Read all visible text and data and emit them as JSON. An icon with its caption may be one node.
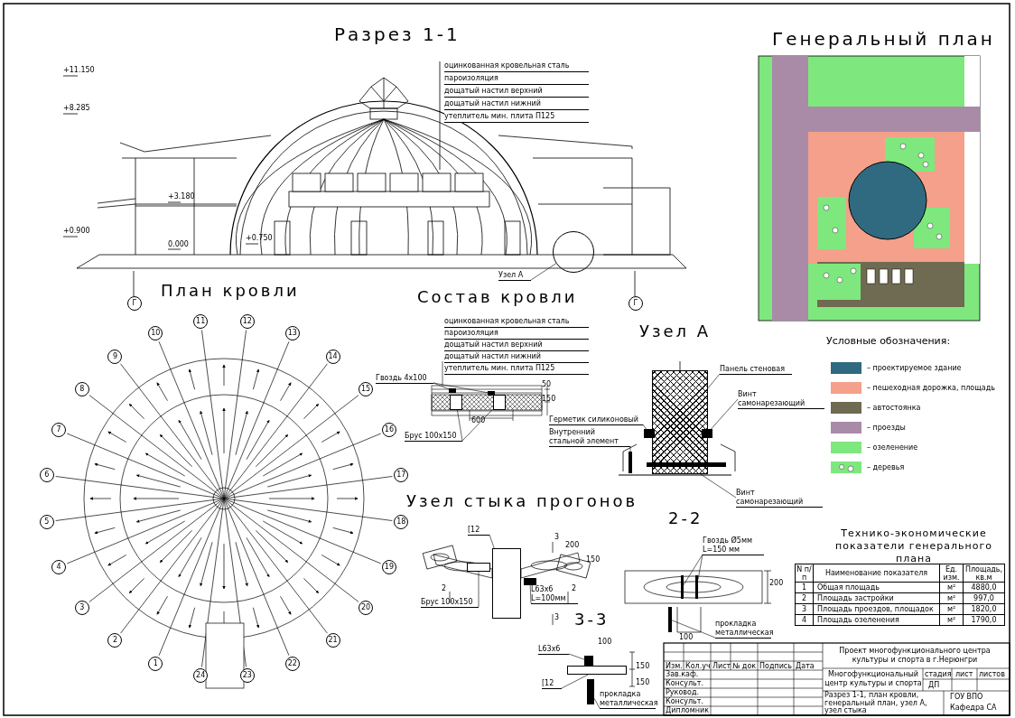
{
  "diagram": {
    "nodes": [
      {
        "text": [
          "Узел А"
        ]
      },
      {
        "text": [],
        "shape": "circle"
      },
      {
        "text": [
          "Гвоздь 4х100"
        ]
      },
      {
        "text": [],
        "shape": "bar"
      },
      {
        "text": [],
        "shape": "bar"
      },
      {
        "text": [
          "Брус 100х150"
        ]
      },
      {
        "text": [],
        "shape": "box"
      },
      {
        "text": [],
        "shape": "box"
      },
      {
        "text": [
          "Панель стеновая"
        ]
      },
      {
        "text": [],
        "shape": "box"
      },
      {
        "text": [
          "Винт самонарезающий"
        ]
      },
      {
        "text": [],
        "shape": "bar"
      },
      {
        "text": [
          "Герметик силиконовый"
        ]
      },
      {
        "text": [],
        "shape": "bar"
      },
      {
        "text": [
          "Внутренний стальной элемент"
        ]
      },
      {
        "text": [],
        "shape": "bar"
      },
      {
        "text": [
          "Винт самонарезающий"
        ]
      },
      {
        "text": [],
        "shape": "bar"
      },
      {
        "text": [
          "[12"
        ]
      },
      {
        "text": [],
        "shape": "box"
      },
      {
        "text": [
          "Брус 100х150"
        ]
      },
      {
        "text": [],
        "shape": "box"
      },
      {
        "text": [
          "L63x6",
          "L=100мм"
        ]
      },
      {
        "text": [],
        "shape": "bar"
      },
      {
        "text": [
          "Гвоздь Ø5мм",
          "L=150 мм"
        ]
      },
      {
        "text": [],
        "shape": "bar"
      },
      {
        "text": [],
        "shape": "bar"
      },
      {
        "text": [
          "прокладка металлическая"
        ]
      },
      {
        "text": [],
        "shape": "bar"
      },
      {
        "text": [
          "L63x6"
        ]
      },
      {
        "text": [],
        "shape": "bar"
      },
      {
        "text": [
          "[12"
        ]
      },
      {
        "text": [],
        "shape": "box"
      },
      {
        "text": [
          "прокладка металлическая"
        ]
      },
      {
        "text": [],
        "shape": "bar"
      }
    ],
    "edges": [
      {
        "from": 0,
        "to": 1,
        "arrow": "none"
      },
      {
        "from": 2,
        "to": 3,
        "arrow": "none"
      },
      {
        "from": 2,
        "to": 4,
        "arrow": "none"
      },
      {
        "from": 5,
        "to": 6,
        "arrow": "none"
      },
      {
        "from": 5,
        "to": 7,
        "arrow": "none"
      },
      {
        "from": 8,
        "to": 9,
        "arrow": "none"
      },
      {
        "from": 10,
        "to": 11,
        "arrow": "none"
      },
      {
        "from": 12,
        "to": 13,
        "arrow": "none"
      },
      {
        "from": 14,
        "to": 15,
        "arrow": "none"
      },
      {
        "from": 16,
        "to": 17,
        "arrow": "none"
      },
      {
        "from": 18,
        "to": 19,
        "arrow": "none"
      },
      {
        "from": 20,
        "to": 21,
        "arrow": "none"
      },
      {
        "from": 22,
        "to": 23,
        "arrow": "none"
      },
      {
        "from": 24,
        "to": 25,
        "arrow": "none"
      },
      {
        "from": 24,
        "to": 26,
        "arrow": "none"
      },
      {
        "from": 27,
        "to": 28,
        "arrow": "none"
      },
      {
        "from": 29,
        "to": 30,
        "arrow": "none"
      },
      {
        "from": 31,
        "to": 32,
        "arrow": "none"
      },
      {
        "from": 33,
        "to": 34,
        "arrow": "none"
      }
    ],
    "labels": [
      "Разрез 1-1",
      "+11.150",
      "+8.285",
      "+3.180",
      "+0.900",
      "+0.750",
      "0.000",
      "оцинкованная кровельная сталь",
      "пароизоляция",
      "дощатый настил верхний",
      "дощатый настил нижний",
      "утеплитель мин. плита П125",
      "Генеральный план",
      "План кровли",
      "Состав кровли",
      "Г",
      "Г",
      "оцинкованная кровельная сталь",
      "пароизоляция",
      "дощатый настил верхний",
      "дощатый настил нижний",
      "утеплитель мин. плита П125",
      "600",
      "50",
      "150",
      "Узел А",
      "Условные обозначения:",
      "1",
      "2",
      "3",
      "4",
      "5",
      "6",
      "7",
      "8",
      "9",
      "10",
      "11",
      "12",
      "13",
      "14",
      "15",
      "16",
      "17",
      "18",
      "19",
      "20",
      "21",
      "22",
      "24",
      "23",
      "Узел стыка прогонов",
      "2-2",
      "Технико-экономические показатели генерального плана",
      "3",
      "2",
      "2",
      "3",
      "200",
      "150",
      "200",
      "100",
      "3-3",
      "100",
      "150",
      "150",
      "N п/п",
      "Наименование показателя",
      "Ед. изм.",
      "Площадь, кв.м",
      "1",
      "Общая площадь",
      "м²",
      "4880,0",
      "2",
      "Площадь застройки",
      "м²",
      "997,0",
      "3",
      "Площадь проездов, площадок",
      "м²",
      "1820,0",
      "4",
      "Площадь озеленения",
      "м²",
      "1790,0",
      "Проект многофункционального центра культуры и спорта в г.Нерюнгри",
      "Изм.",
      "Кол.уч",
      "Лист",
      "№ док",
      "Подпись",
      "Дата",
      "Зав.каф.",
      "Консульт.",
      "Руковод.",
      "Консульт.",
      "Дипломник",
      "Многофункциональный центр культуры и спорта",
      "стадия",
      "лист",
      "листов",
      "ДП",
      "Разрез 1-1, план кровли, генеральный план, узел А, узел стыка",
      "ГОУ ВПО",
      "Кафедра СА"
    ],
    "legend": [
      {
        "text": "– проектируемое здание",
        "color": "#2f6a80"
      },
      {
        "text": "– пешеходная дорожка, площадь",
        "color": "#f4a08a"
      },
      {
        "text": "– автостоянка",
        "color": "#6f6a52"
      },
      {
        "text": "– проезды",
        "color": "#a98ba8"
      },
      {
        "text": "– озеленение",
        "color": "#7ee87e"
      },
      {
        "text": "– деревья"
      }
    ]
  }
}
